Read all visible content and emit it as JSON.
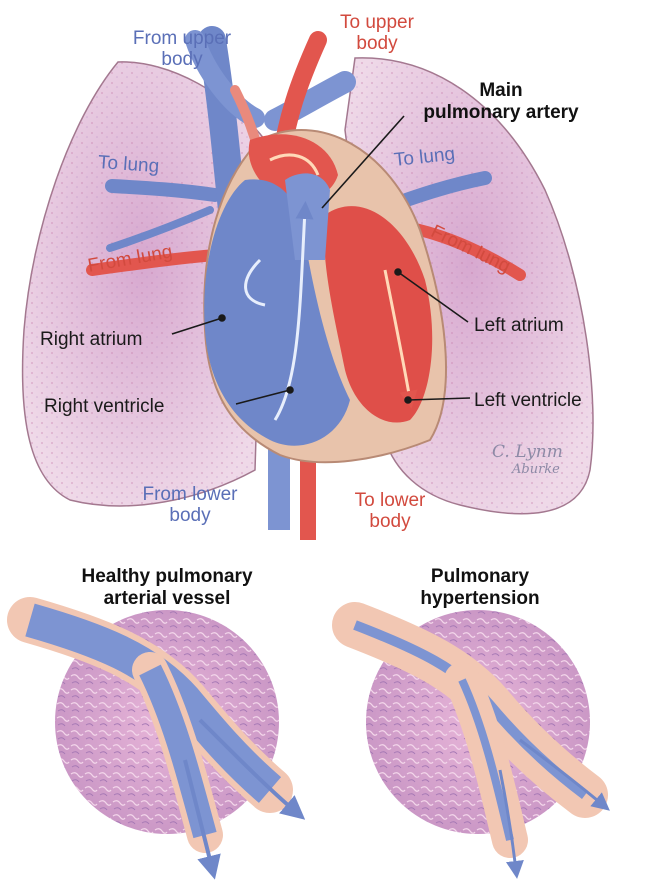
{
  "labels": {
    "from_upper_body": [
      "From upper",
      "body"
    ],
    "to_upper_body": [
      "To upper",
      "body"
    ],
    "main_pulmonary_artery": [
      "Main",
      "pulmonary artery"
    ],
    "to_lung_left": "To lung",
    "to_lung_right": "To lung",
    "from_lung_left": "From lung",
    "from_lung_right": "From lung",
    "right_atrium": "Right atrium",
    "left_atrium": "Left atrium",
    "right_ventricle": "Right ventricle",
    "left_ventricle": "Left ventricle",
    "from_lower_body": [
      "From lower",
      "body"
    ],
    "to_lower_body": [
      "To lower",
      "body"
    ]
  },
  "panels": {
    "healthy_title": [
      "Healthy pulmonary",
      "arterial vessel"
    ],
    "hypertension_title": [
      "Pulmonary",
      "hypertension"
    ]
  },
  "signature": [
    "C. Lynm",
    "Aburke"
  ],
  "colors": {
    "deoxygenated_blue": "#6f87c9",
    "oxygenated_red": "#e2564e",
    "lung_pink": "#ecd4e4",
    "vessel_wall": "#f2c7b3"
  }
}
